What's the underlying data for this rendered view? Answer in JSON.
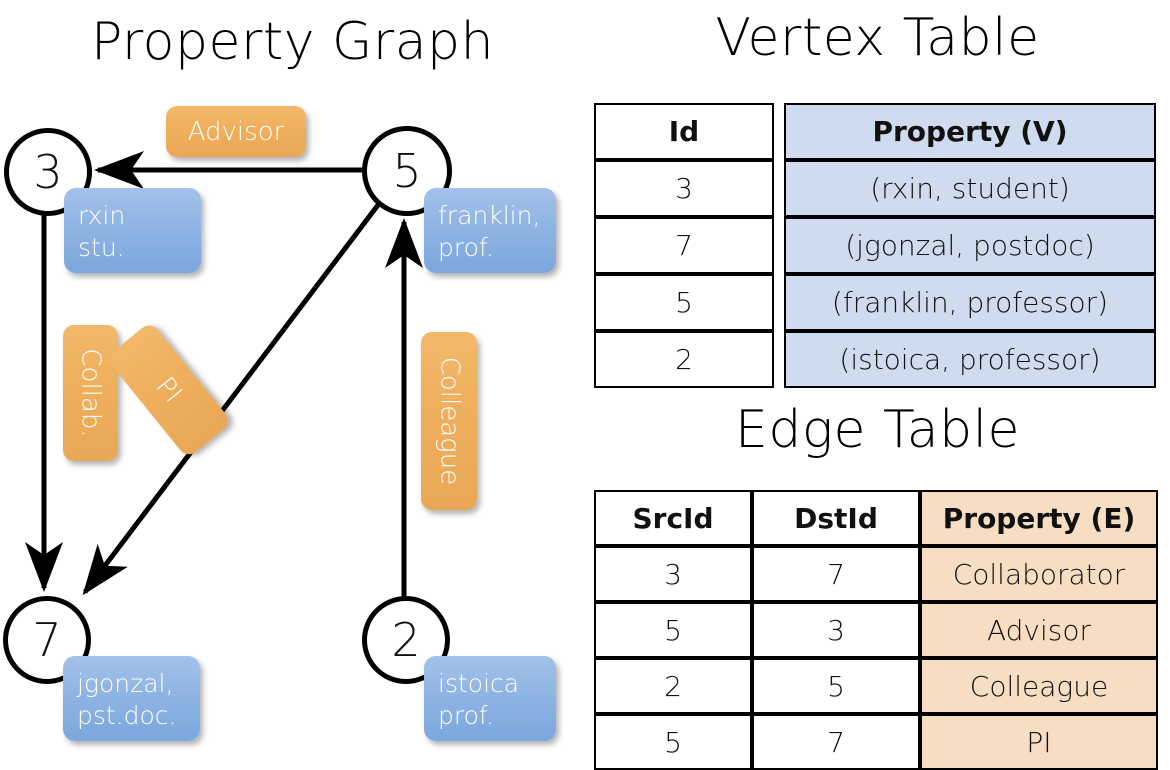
{
  "titles": {
    "graph": "Property Graph",
    "vertex_table": "Vertex Table",
    "edge_table": "Edge Table"
  },
  "graph": {
    "nodes": [
      {
        "id": "3",
        "name": "node-3",
        "property_line1": "rxin",
        "property_line2": "stu."
      },
      {
        "id": "5",
        "name": "node-5",
        "property_line1": "franklin,",
        "property_line2": "prof."
      },
      {
        "id": "7",
        "name": "node-7",
        "property_line1": "jgonzal,",
        "property_line2": "pst.doc."
      },
      {
        "id": "2",
        "name": "node-2",
        "property_line1": "istoica",
        "property_line2": "prof."
      }
    ],
    "edge_labels": [
      {
        "key": "advisor",
        "text": "Advisor",
        "orientation": "horizontal"
      },
      {
        "key": "collab",
        "text": "Collab.",
        "orientation": "vertical"
      },
      {
        "key": "pi",
        "text": "PI",
        "orientation": "rotated"
      },
      {
        "key": "colleague",
        "text": "Colleague",
        "orientation": "vertical"
      }
    ],
    "edges": [
      {
        "from": "5",
        "to": "3",
        "label": "Advisor"
      },
      {
        "from": "3",
        "to": "7",
        "label": "Collab."
      },
      {
        "from": "5",
        "to": "7",
        "label": "PI"
      },
      {
        "from": "2",
        "to": "5",
        "label": "Colleague"
      }
    ]
  },
  "vertex_table": {
    "headers": [
      "Id",
      "Property (V)"
    ],
    "rows": [
      {
        "id": "3",
        "property": "(rxin, student)"
      },
      {
        "id": "7",
        "property": "(jgonzal, postdoc)"
      },
      {
        "id": "5",
        "property": "(franklin, professor)"
      },
      {
        "id": "2",
        "property": "(istoica, professor)"
      }
    ]
  },
  "edge_table": {
    "headers": [
      "SrcId",
      "DstId",
      "Property (E)"
    ],
    "rows": [
      {
        "src": "3",
        "dst": "7",
        "property": "Collaborator"
      },
      {
        "src": "5",
        "dst": "3",
        "property": "Advisor"
      },
      {
        "src": "2",
        "dst": "5",
        "property": "Colleague"
      },
      {
        "src": "5",
        "dst": "7",
        "property": "PI"
      }
    ]
  },
  "colors": {
    "vertex_property_fill": "#cfdcf0",
    "edge_property_fill": "#f7ddc1",
    "vertex_badge": "#8fb4e3",
    "edge_badge": "#eeae5c",
    "stroke": "#000000",
    "background": "#ffffff"
  }
}
